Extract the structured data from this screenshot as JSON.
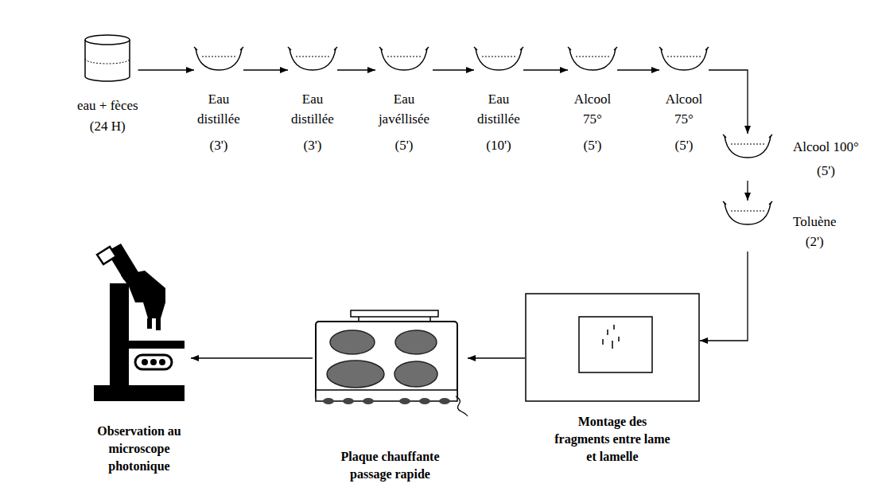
{
  "diagram": {
    "nodes": [
      {
        "text": [
          "eau + fèces",
          "(24 H)"
        ]
      },
      {
        "text": [
          "Eau distillée",
          "(3')"
        ]
      },
      {
        "text": [
          "Eau distillée",
          "(3')"
        ]
      },
      {
        "text": [
          "Eau javéllisée",
          "(5')"
        ]
      },
      {
        "text": [
          "Eau distillée",
          "(10')"
        ]
      },
      {
        "text": [
          "Alcool 75°",
          "(5')"
        ]
      },
      {
        "text": [
          "Alcool 75°",
          "(5')"
        ]
      },
      {
        "text": [
          "Alcool 100°",
          "(5')"
        ]
      },
      {
        "text": [
          "Toluène",
          "(2')"
        ]
      },
      {
        "text": [
          "Montage des fragments entre lame et lamelle"
        ]
      },
      {
        "text": [
          "Plaque chauffante passage rapide"
        ]
      },
      {
        "text": [
          "Observation au microscope photonique"
        ]
      }
    ],
    "edges": [
      {
        "from": 0,
        "to": 1,
        "arrow": "to"
      },
      {
        "from": 1,
        "to": 2,
        "arrow": "to"
      },
      {
        "from": 2,
        "to": 3,
        "arrow": "to"
      },
      {
        "from": 3,
        "to": 4,
        "arrow": "to"
      },
      {
        "from": 4,
        "to": 5,
        "arrow": "to"
      },
      {
        "from": 5,
        "to": 6,
        "arrow": "to"
      },
      {
        "from": 6,
        "to": 7,
        "arrow": "to"
      },
      {
        "from": 7,
        "to": 8,
        "arrow": "to"
      },
      {
        "from": 8,
        "to": 9,
        "arrow": "to"
      },
      {
        "from": 9,
        "to": 10,
        "arrow": "to"
      },
      {
        "from": 10,
        "to": 11,
        "arrow": "to"
      }
    ]
  }
}
